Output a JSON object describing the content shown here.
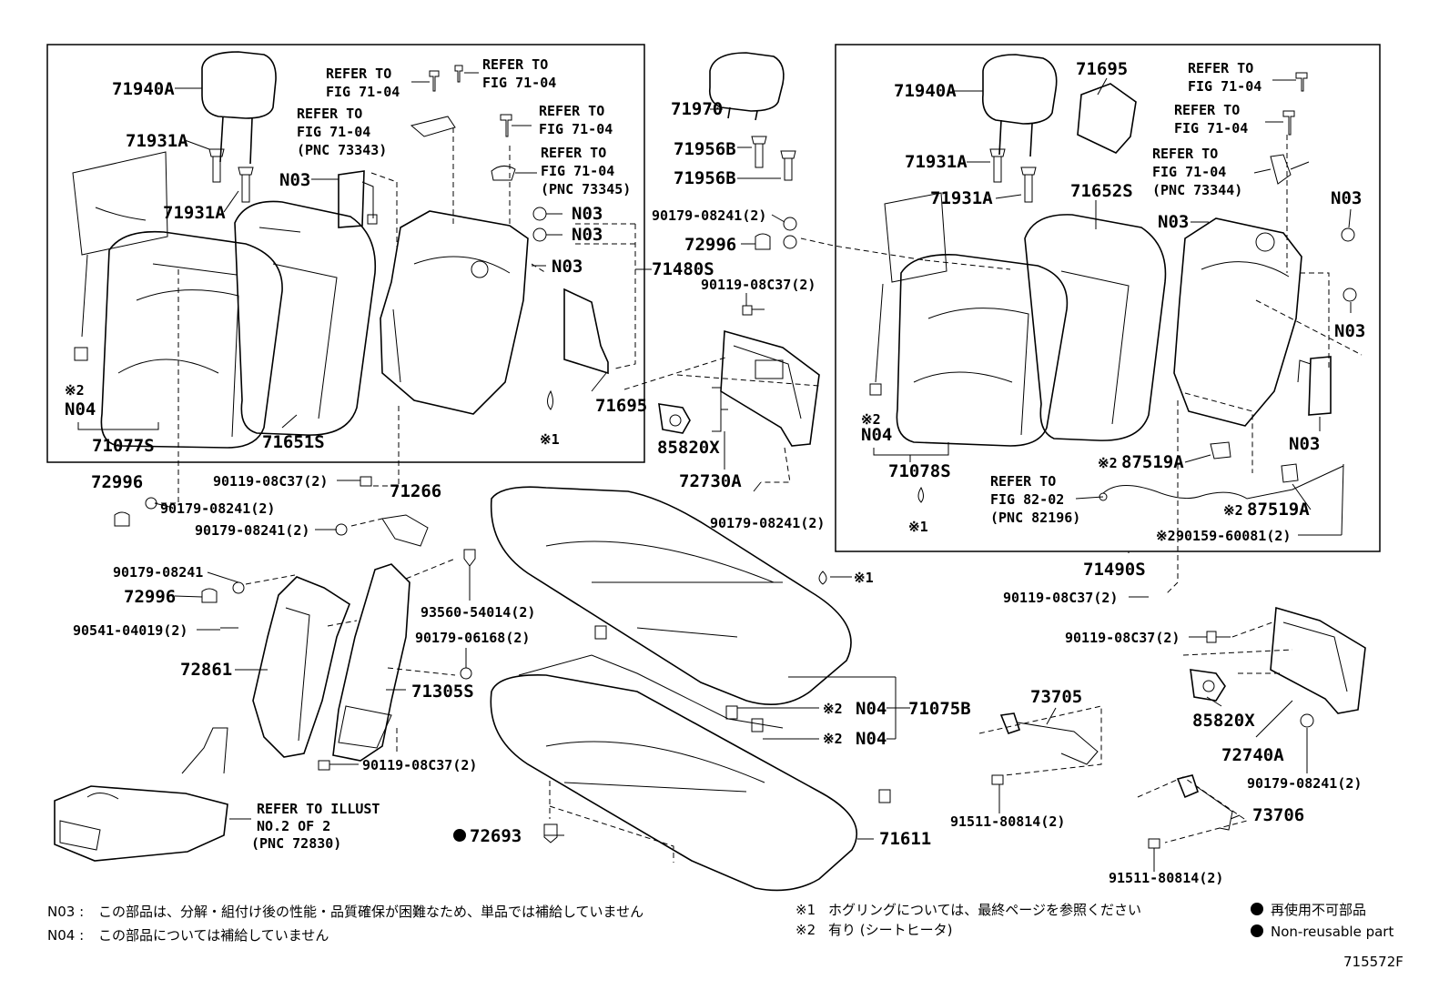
{
  "callouts": {
    "hr_l": "71940A",
    "guide_l1": "71931A",
    "guide_l2": "71931A",
    "n03_a": "N03",
    "ref1_a": "REFER TO",
    "ref1_b": "FIG 71-04",
    "ref2_a": "REFER TO",
    "ref2_b": "FIG 71-04",
    "ref3_a": "REFER TO",
    "ref3_b": "FIG 71-04",
    "ref3_c": "(PNC 73343)",
    "ref4_a": "REFER TO",
    "ref4_b": "FIG 71-04",
    "ref5_a": "REFER TO",
    "ref5_b": "FIG 71-04",
    "ref5_c": "(PNC 73345)",
    "n03_b": "N03",
    "n03_c": "N03",
    "n03_d": "N03",
    "note2_l": "※2",
    "n04_l": "N04",
    "cover_l": "71077S",
    "pad_l": "71651S",
    "frame_l": "71480S",
    "board_l": "71695",
    "ring_l": "※1",
    "hr_c": "71970",
    "guide_c1": "71956B",
    "guide_c2": "71956B",
    "bolt_a": "90179-08241(2)",
    "cap_a": "72996",
    "bolt_b": "90119-08C37(2)",
    "lock_c": "85820X",
    "hinge_c": "72730A",
    "bolt_c": "90179-08241(2)",
    "cap_b": "72996",
    "bolt_d": "90119-08C37(2)",
    "bolt_e": "90179-08241(2)",
    "bracket": "71266",
    "bolt_f": "90179-08241(2)",
    "bolt_g": "90179-08241",
    "cap_c": "72996",
    "screw_a": "90541-04019(2)",
    "arm_frame": "72861",
    "clip_a": "93560-54014(2)",
    "clip_b": "90179-06168(2)",
    "arm_cover": "71305S",
    "bolt_h": "90119-08C37(2)",
    "illust_a": "REFER TO ILLUST",
    "illust_b": "NO.2 OF 2",
    "illust_c": "(PNC 72830)",
    "clip_c": "72693",
    "cushion_cover": "71075B",
    "n04_c1": "N04",
    "n04_c2": "N04",
    "note2_c1": "※2",
    "note2_c2": "※2",
    "cushion_pad": "71611",
    "ring_c": "※1",
    "hr_r": "71940A",
    "board_r1": "71695",
    "ref6_a": "REFER TO",
    "ref6_b": "FIG 71-04",
    "ref7_a": "REFER TO",
    "ref7_b": "FIG 71-04",
    "ref8_a": "REFER TO",
    "ref8_b": "FIG 71-04",
    "ref8_c": "(PNC 73344)",
    "guide_r1": "71931A",
    "guide_r2": "71931A",
    "pad_r": "71652S",
    "n03_r1": "N03",
    "n03_r2": "N03",
    "n03_r3": "N03",
    "n03_r4": "N03",
    "note2_r": "※2",
    "n04_r": "N04",
    "cover_r": "71078S",
    "ring_r": "※1",
    "ref9_a": "REFER TO",
    "ref9_b": "FIG 82-02",
    "ref9_c": "(PNC 82196)",
    "wire_a": "87519A",
    "wire_b": "87519A",
    "bolt_r1": "90159-60081(2)",
    "frame_r": "71490S",
    "note2_w1": "※2",
    "note2_w2": "※2",
    "note2_w3": "※2",
    "bolt_r2": "90119-08C37(2)",
    "bolt_r3": "90119-08C37(2)",
    "lock_r": "85820X",
    "hinge_r": "72740A",
    "bolt_r4": "90179-08241(2)",
    "strap_a": "73705",
    "bolt_s1": "91511-80814(2)",
    "strap_b": "73706",
    "bolt_s2": "91511-80814(2)"
  },
  "notes": {
    "n03_label": "N03 :",
    "n03_text": "この部品は、分解・組付け後の性能・品質確保が困難なため、単品では補給していません",
    "n04_label": "N04 :",
    "n04_text": "この部品については補給していません",
    "ring_label": "※1",
    "ring_text": "ホグリングについては、最終ページを参照ください",
    "heater_label": "※2",
    "heater_text": "有り (シートヒータ)",
    "nonreuse_jp": "再使用不可部品",
    "nonreuse_en": "Non-reusable part",
    "figure_id": "715572F"
  }
}
